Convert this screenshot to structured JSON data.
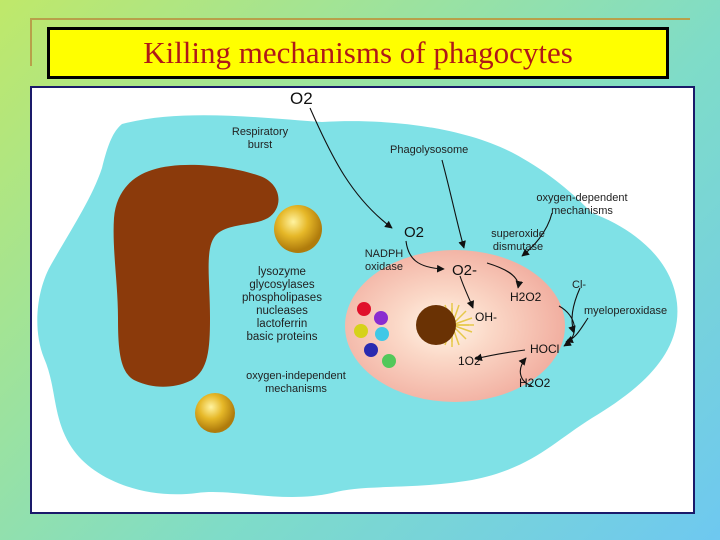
{
  "title": "Killing mechanisms of phagocytes",
  "labels": {
    "o2_top": "O2",
    "respiratory_burst": "Respiratory\nburst",
    "phagolysosome": "Phagolysosome",
    "oxygen_dependent": "oxygen-dependent\nmechanisms",
    "o2_mid": "O2",
    "superoxide_dismutase": "superoxide\ndismutase",
    "nadph_oxidase": "NADPH\noxidase",
    "superoxide": "O2-",
    "chloride": "Cl-",
    "h2o2_inner": "H2O2",
    "myeloperoxidase": "myeloperoxidase",
    "hydroxyl": "OH-",
    "hocl": "HOCl",
    "singlet_oxygen": "1O2",
    "h2o2_bottom": "H2O2",
    "enzymes": "lysozyme\nglycosylases\nphospholipases\nnucleases\nlactoferrin\nbasic proteins",
    "oxygen_independent": "oxygen-independent\nmechanisms"
  },
  "colors": {
    "cell": "#7fe1e6",
    "nucleus": "#8b3a0b",
    "vacuole": "#f3b0a4",
    "granule": "#d9a31c",
    "bacterium": "#6a3204",
    "granule_red": "#e0102a",
    "granule_purple": "#8a2cd0",
    "granule_yellow": "#d6d21a",
    "granule_cyan": "#40c8e6",
    "granule_blue": "#2a2ab0",
    "granule_green": "#52c85a"
  }
}
